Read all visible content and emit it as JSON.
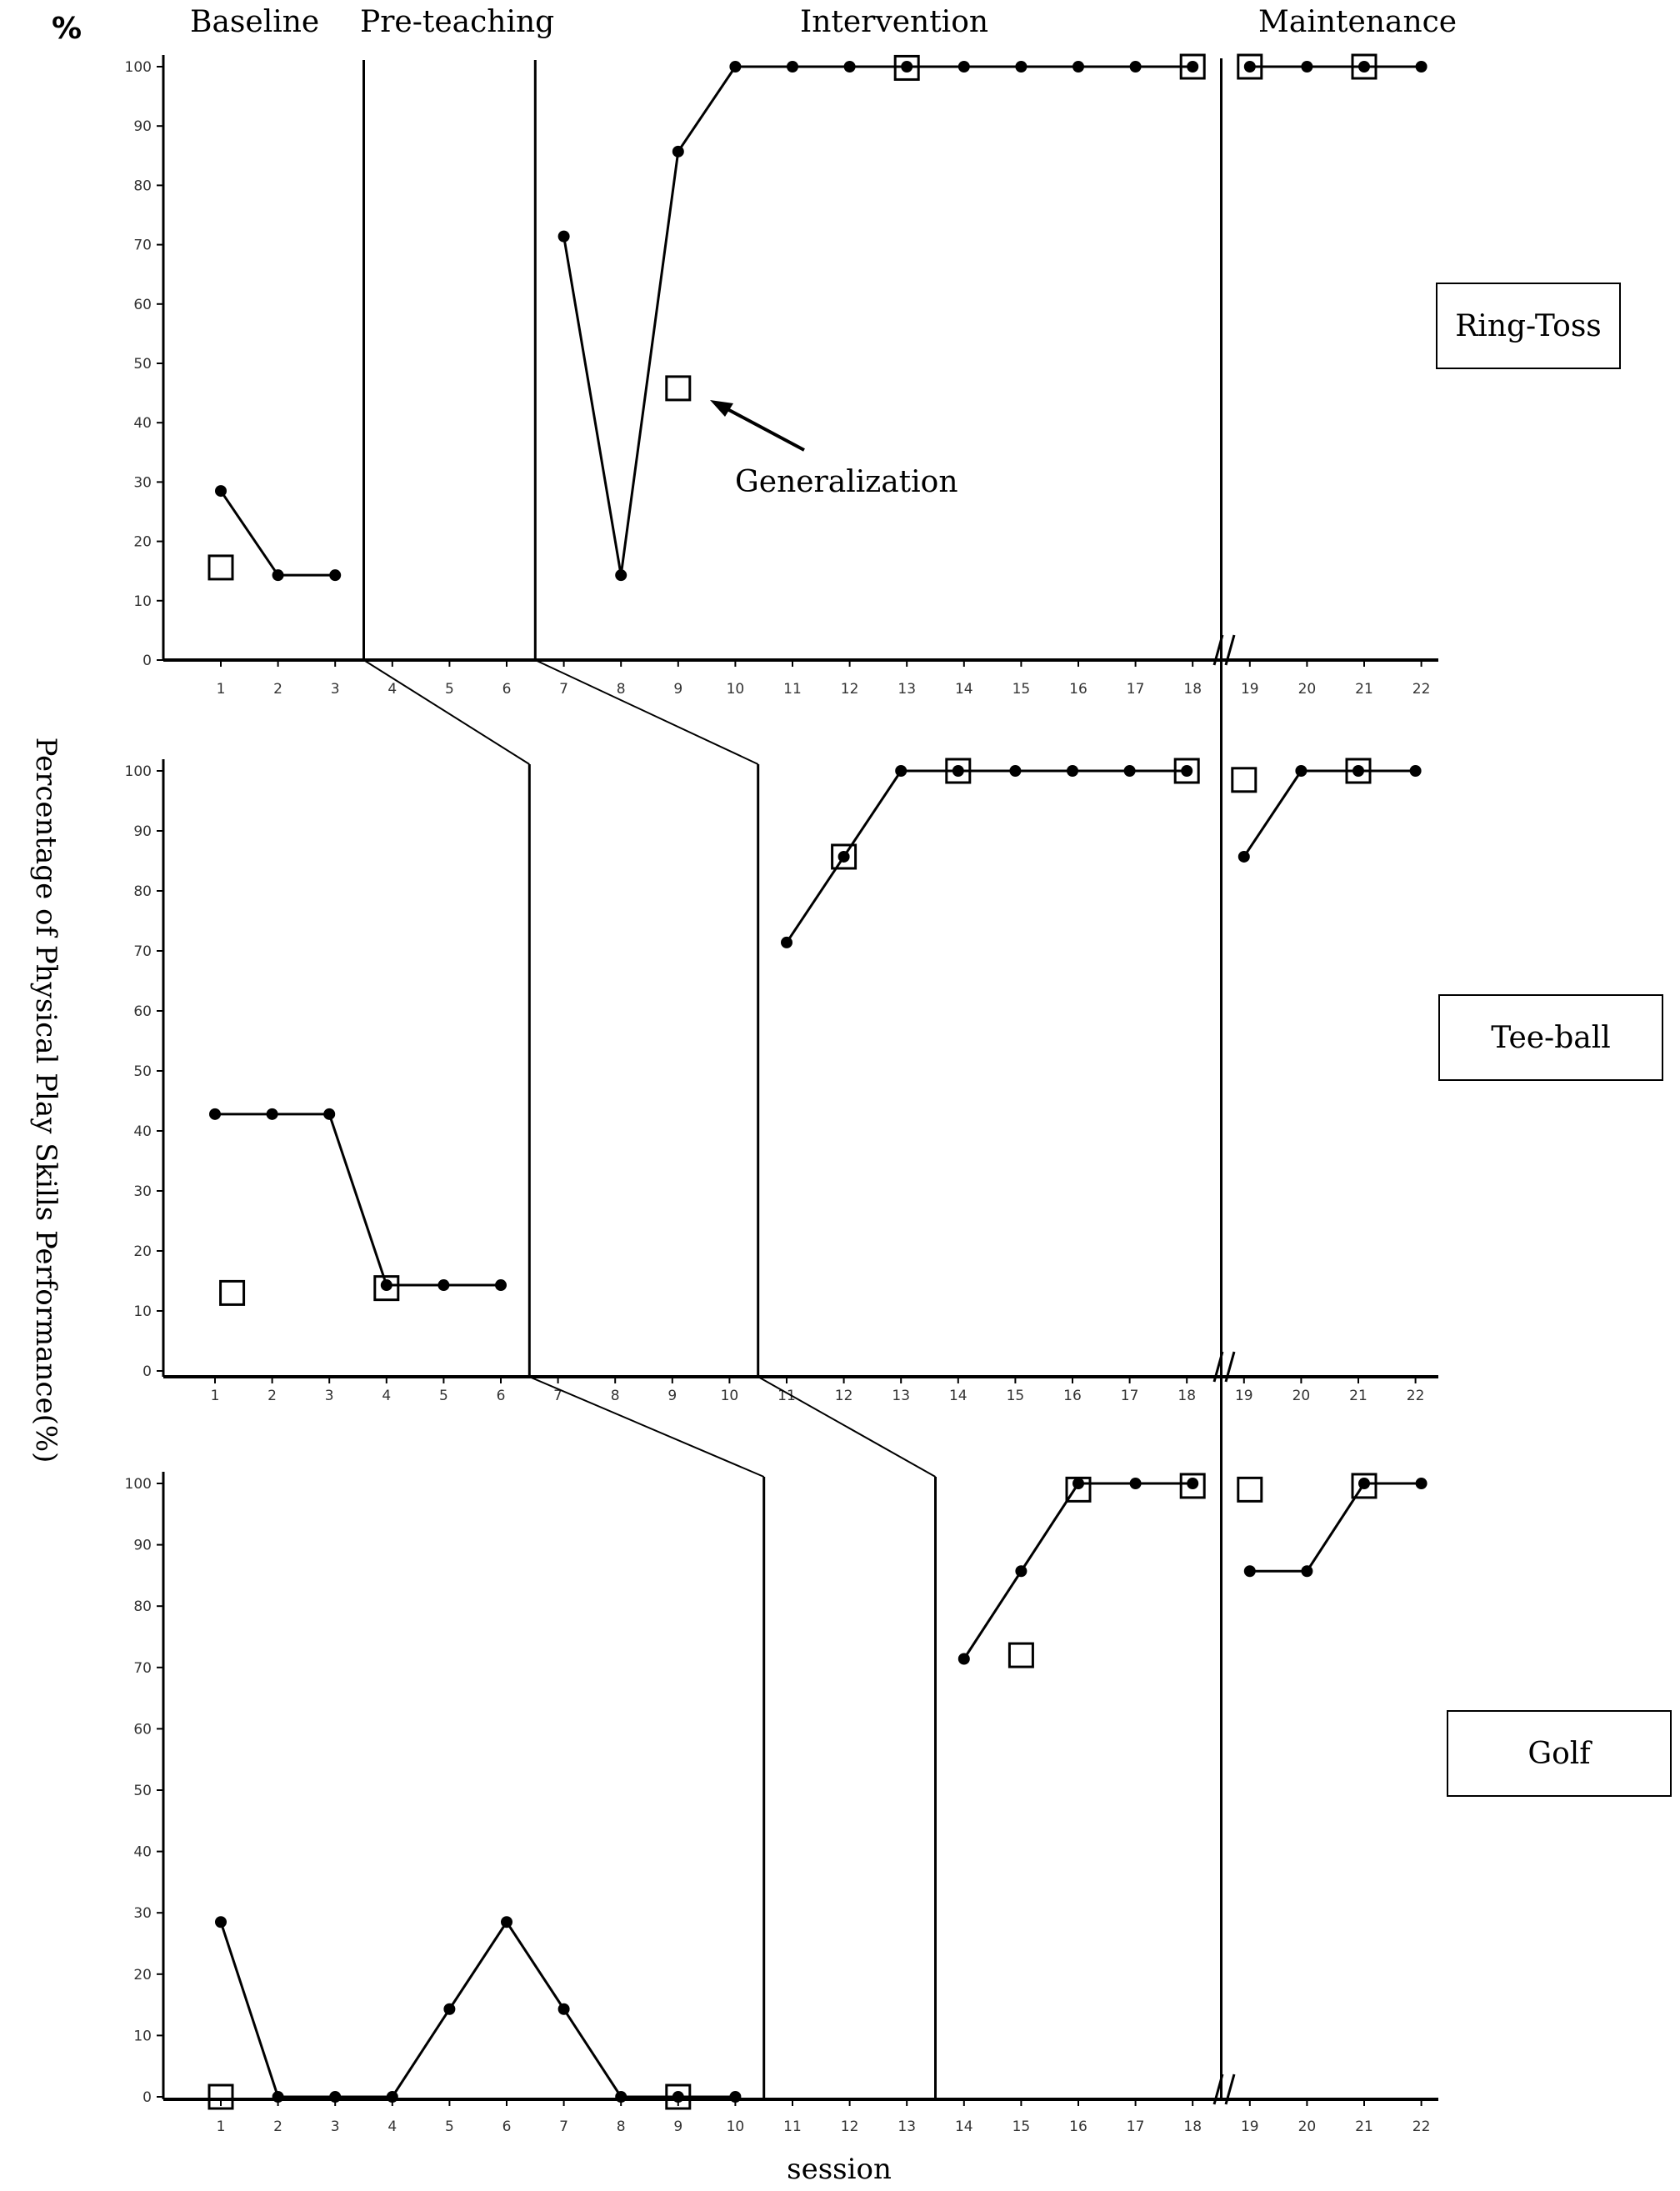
{
  "chart_data": {
    "type": "line",
    "y_unit_symbol": "%",
    "ylabel": "Percentage of Physical Play Skills Performance(%)",
    "xlabel": "session",
    "phases": [
      "Baseline",
      "Pre-teaching",
      "Intervention",
      "Maintenance"
    ],
    "annotation": "Generalization",
    "ylim": [
      0,
      100
    ],
    "yticks": [
      0,
      10,
      20,
      30,
      40,
      50,
      60,
      70,
      80,
      90,
      100
    ],
    "xticks": [
      1,
      2,
      3,
      4,
      5,
      6,
      7,
      8,
      9,
      10,
      11,
      12,
      13,
      14,
      15,
      16,
      17,
      18,
      19,
      20,
      21,
      22
    ],
    "panels": [
      {
        "label": "Ring-Toss",
        "phase_changes": [
          3.5,
          6.5,
          18.5
        ],
        "performance": [
          {
            "x": 1,
            "y": 28.5
          },
          {
            "x": 2,
            "y": 14.3
          },
          {
            "x": 3,
            "y": 14.3
          },
          {
            "x": 7,
            "y": 71.4
          },
          {
            "x": 8,
            "y": 14.3
          },
          {
            "x": 9,
            "y": 85.7
          },
          {
            "x": 10,
            "y": 100
          },
          {
            "x": 11,
            "y": 100
          },
          {
            "x": 12,
            "y": 100
          },
          {
            "x": 13,
            "y": 100
          },
          {
            "x": 14,
            "y": 100
          },
          {
            "x": 15,
            "y": 100
          },
          {
            "x": 16,
            "y": 100
          },
          {
            "x": 17,
            "y": 100
          },
          {
            "x": 18,
            "y": 100
          },
          {
            "x": 19,
            "y": 100
          },
          {
            "x": 20,
            "y": 100
          },
          {
            "x": 21,
            "y": 100
          },
          {
            "x": 22,
            "y": 100
          }
        ],
        "performance_segments": [
          [
            1,
            3
          ],
          [
            7,
            18
          ],
          [
            19,
            22
          ]
        ],
        "generalization": [
          {
            "x": 1,
            "y": 15.6
          },
          {
            "x": 9,
            "y": 45.8
          },
          {
            "x": 13,
            "y": 99.8
          },
          {
            "x": 18,
            "y": 100
          },
          {
            "x": 19,
            "y": 100
          },
          {
            "x": 21,
            "y": 100
          }
        ]
      },
      {
        "label": "Tee-ball",
        "phase_changes": [
          6.5,
          10.5,
          18.5
        ],
        "performance": [
          {
            "x": 1,
            "y": 42.8
          },
          {
            "x": 2,
            "y": 42.8
          },
          {
            "x": 3,
            "y": 42.8
          },
          {
            "x": 4,
            "y": 14.3
          },
          {
            "x": 5,
            "y": 14.3
          },
          {
            "x": 6,
            "y": 14.3
          },
          {
            "x": 11,
            "y": 71.4
          },
          {
            "x": 12,
            "y": 85.7
          },
          {
            "x": 13,
            "y": 100
          },
          {
            "x": 14,
            "y": 100
          },
          {
            "x": 15,
            "y": 100
          },
          {
            "x": 16,
            "y": 100
          },
          {
            "x": 17,
            "y": 100
          },
          {
            "x": 18,
            "y": 100
          },
          {
            "x": 19,
            "y": 85.7
          },
          {
            "x": 20,
            "y": 100
          },
          {
            "x": 21,
            "y": 100
          },
          {
            "x": 22,
            "y": 100
          }
        ],
        "performance_segments": [
          [
            1,
            6
          ],
          [
            11,
            18
          ],
          [
            19,
            22
          ]
        ],
        "generalization": [
          {
            "x": 1.3,
            "y": 13
          },
          {
            "x": 4,
            "y": 13.8
          },
          {
            "x": 12,
            "y": 85.7
          },
          {
            "x": 14,
            "y": 100
          },
          {
            "x": 18,
            "y": 100
          },
          {
            "x": 19,
            "y": 98.5
          },
          {
            "x": 21,
            "y": 100
          }
        ]
      },
      {
        "label": "Golf",
        "phase_changes": [
          10.5,
          13.5,
          18.5
        ],
        "performance": [
          {
            "x": 1,
            "y": 28.5
          },
          {
            "x": 2,
            "y": 0
          },
          {
            "x": 3,
            "y": 0
          },
          {
            "x": 4,
            "y": 0
          },
          {
            "x": 5,
            "y": 14.3
          },
          {
            "x": 6,
            "y": 28.5
          },
          {
            "x": 7,
            "y": 14.3
          },
          {
            "x": 8,
            "y": 0
          },
          {
            "x": 9,
            "y": 0
          },
          {
            "x": 10,
            "y": 0
          },
          {
            "x": 14,
            "y": 71.4
          },
          {
            "x": 15,
            "y": 85.7
          },
          {
            "x": 16,
            "y": 100
          },
          {
            "x": 17,
            "y": 100
          },
          {
            "x": 18,
            "y": 100
          },
          {
            "x": 19,
            "y": 85.7
          },
          {
            "x": 20,
            "y": 85.7
          },
          {
            "x": 21,
            "y": 100
          },
          {
            "x": 22,
            "y": 100
          }
        ],
        "performance_segments": [
          [
            1,
            10
          ],
          [
            14,
            18
          ],
          [
            19,
            22
          ]
        ],
        "generalization": [
          {
            "x": 1,
            "y": 0
          },
          {
            "x": 9,
            "y": 0
          },
          {
            "x": 15,
            "y": 72
          },
          {
            "x": 16,
            "y": 99
          },
          {
            "x": 18,
            "y": 99.6
          },
          {
            "x": 19,
            "y": 99
          },
          {
            "x": 21,
            "y": 99.6
          }
        ]
      }
    ]
  }
}
